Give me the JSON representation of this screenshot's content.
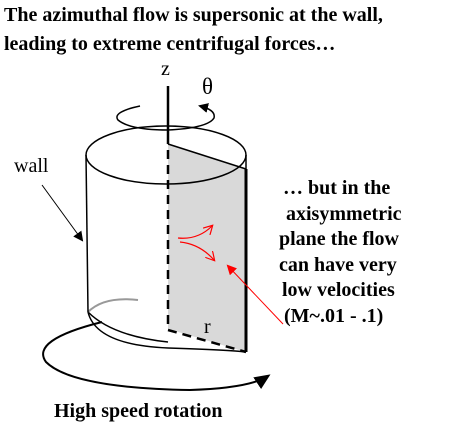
{
  "title": {
    "line1": "The azimuthal flow is supersonic at the wall,",
    "line2": "leading to extreme centrifugal forces…"
  },
  "labels": {
    "z": "z",
    "theta": "θ",
    "wall": "wall",
    "r": "r",
    "rotation": "High speed rotation"
  },
  "note": {
    "lines": [
      "… but in the",
      "axisymmetric",
      "plane the flow",
      "can have very",
      "low velocities",
      "(M~.01 - .1)"
    ]
  },
  "colors": {
    "plane_fill": "#d9d9d9",
    "flow_arrows": "#ff0000",
    "pointer": "#ff0000",
    "outline": "#000000"
  }
}
